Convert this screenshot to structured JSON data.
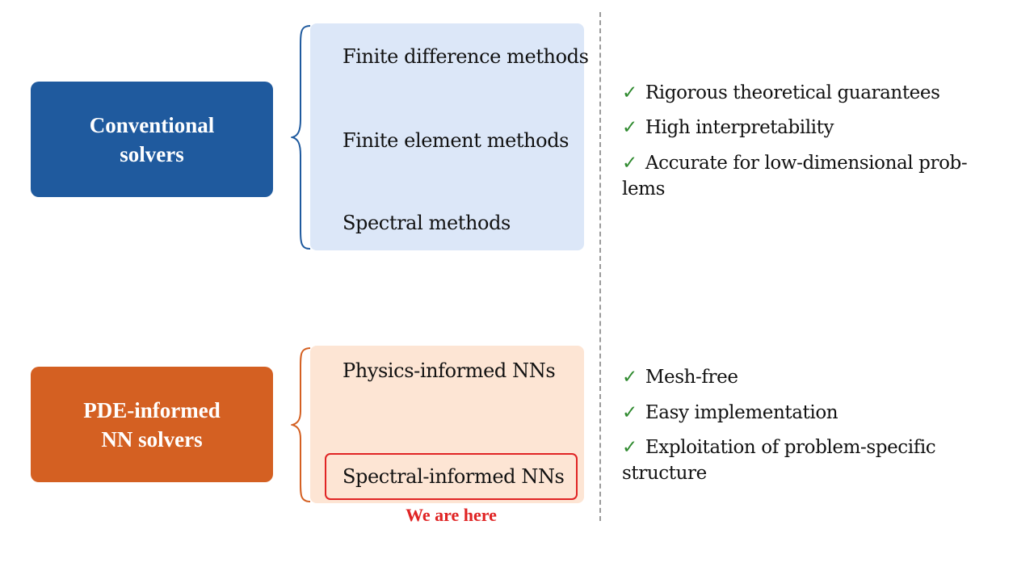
{
  "colors": {
    "conventional": "#1f5a9e",
    "conventional_panel": "#dce7f8",
    "pde": "#d46022",
    "pde_panel": "#fde5d4",
    "check": "#2f8a2f",
    "highlight": "#e02424"
  },
  "conventional": {
    "label_line1": "Conventional",
    "label_line2": "solvers",
    "methods": [
      "Finite difference methods",
      "Finite element methods",
      "Spectral methods"
    ],
    "advantages": [
      "Rigorous theoretical guarantees",
      "High interpretability",
      "Accurate for low-dimensional prob-lems"
    ]
  },
  "pde": {
    "label_line1": "PDE-informed",
    "label_line2": "NN solvers",
    "methods": [
      "Physics-informed NNs",
      "Spectral-informed NNs"
    ],
    "advantages": [
      "Mesh-free",
      "Easy implementation",
      "Exploitation of problem-specific structure"
    ]
  },
  "callout": "We are here",
  "check_symbol": "✓"
}
